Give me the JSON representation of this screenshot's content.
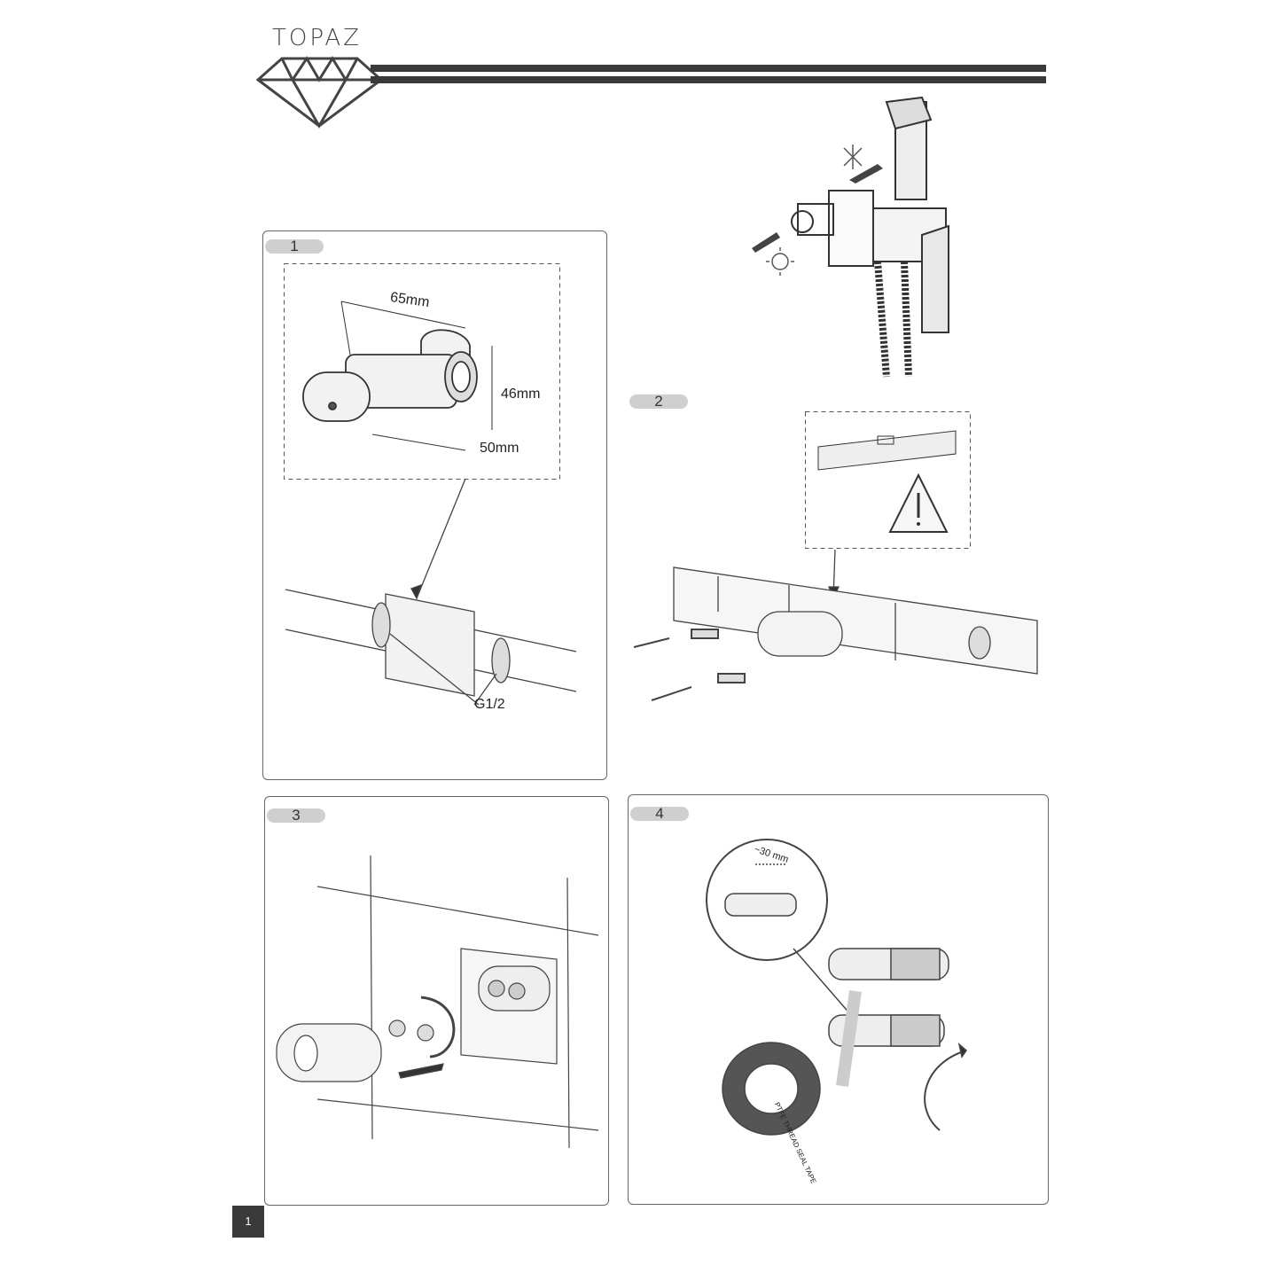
{
  "brand": {
    "name": "TOPAZ"
  },
  "steps": {
    "s1": "1",
    "s2": "2",
    "s3": "3",
    "s4": "4"
  },
  "step1": {
    "dim_width": "65mm",
    "dim_height": "46mm",
    "dim_depth": "50mm",
    "thread": "G1/2"
  },
  "step4": {
    "dim_length": "~30 mm",
    "tape_label": "PTFE THREAD SEAL TAPE"
  },
  "page": {
    "number": "1"
  },
  "colors": {
    "header_bar": "#3a3a3a",
    "panel_border": "#666666",
    "step_tag": "#cfcfcf"
  }
}
